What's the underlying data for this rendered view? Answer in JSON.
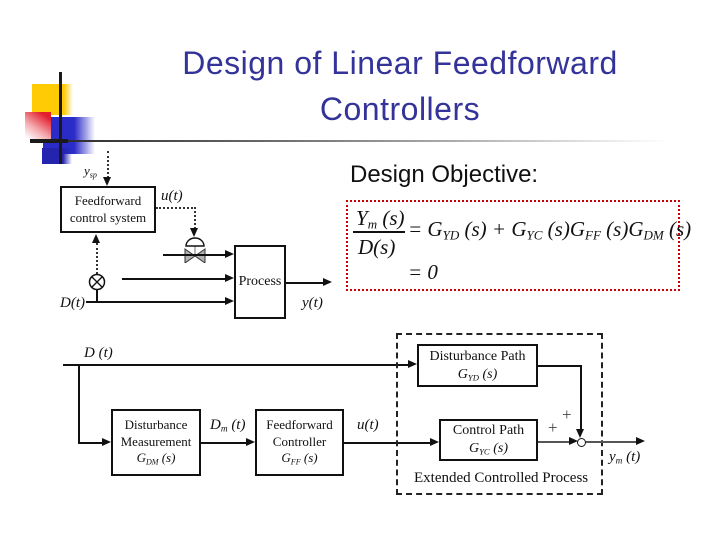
{
  "slide": {
    "title_line1": "Design of Linear Feedforward",
    "title_line2": "Controllers",
    "colors": {
      "title_blue": "#333399",
      "equation_box_red": "#cc0000",
      "decor_yellow": "#ffcb05",
      "decor_blue": "#2b2bc8",
      "decor_red": "#e31e2d"
    }
  },
  "upper_diagram": {
    "setpoint_base": "y",
    "setpoint_sub": "sp",
    "ff_box_line1": "Feedforward",
    "ff_box_line2": "control system",
    "u_label": "u(t)",
    "process_label": "Process",
    "d_label": "D(t)",
    "y_label": "y(t)"
  },
  "objective": {
    "heading": "Design Objective:",
    "eq_num_base": "Y",
    "eq_num_sub": "m",
    "eq_num_suf": " (s)",
    "eq_den": "D(s)",
    "rhs_eq": "= ",
    "g1": "G",
    "sub1": "YD",
    "r1": " (s) + ",
    "g2": "G",
    "sub2": "YC",
    "r2": " (s)",
    "g3": "G",
    "sub3": "FF",
    "r3": " (s)",
    "g4": "G",
    "sub4": "DM",
    "r4": " (s)",
    "eq_line2": "= 0"
  },
  "lower_diagram": {
    "d_base": "D",
    "d_suf": " (t)",
    "dm_box_line1": "Disturbance",
    "dm_box_line2": "Measurement",
    "dm_g_base": "G",
    "dm_g_sub": "DM",
    "dm_g_suf": " (s)",
    "dm_sig_base": "D",
    "dm_sig_sub": "m",
    "dm_sig_suf": " (t)",
    "ff_box_line1": "Feedforward",
    "ff_box_line2": "Controller",
    "ff_g_base": "G",
    "ff_g_sub": "FF",
    "ff_g_suf": " (s)",
    "u_label": "u(t)",
    "dp_box_line1": "Disturbance Path",
    "dp_g_base": "G",
    "dp_g_sub": "YD",
    "dp_g_suf": " (s)",
    "cp_box_line1": "Control Path",
    "cp_g_base": "G",
    "cp_g_sub": "YC",
    "cp_g_suf": " (s)",
    "plus_top": "+",
    "plus_left": "+",
    "ym_base": "y",
    "ym_sub": "m",
    "ym_suf": " (t)",
    "extended_label": "Extended Controlled Process"
  }
}
